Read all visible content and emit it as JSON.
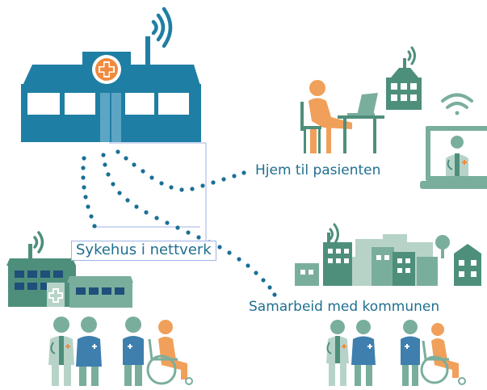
{
  "labels": {
    "home": "Hjem til pasienten",
    "network": "Sykehus i nettverk",
    "municipality": "Samarbeid med kommunen"
  },
  "colors": {
    "hospital_blue": "#1f7ea3",
    "teal_dark": "#4e8f7c",
    "teal_mid": "#7aae9c",
    "teal_light": "#b7d3c8",
    "orange": "#f0a05a",
    "dots": "#1a6f96",
    "text": "#1f6f8f"
  },
  "icons": [
    "hospital-icon",
    "wifi-icon",
    "medical-cross-icon",
    "home-patient-icon",
    "laptop-video-call-icon",
    "network-hospital-icon",
    "healthcare-staff-icon",
    "wheelchair-icon",
    "town-buildings-icon"
  ]
}
